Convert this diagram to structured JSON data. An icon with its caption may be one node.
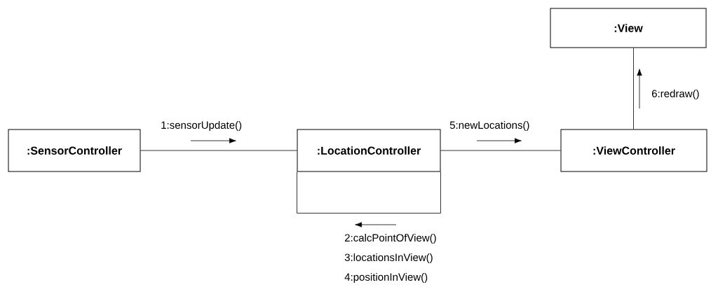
{
  "diagram": {
    "nodes": [
      {
        "text": [
          ":SensorController"
        ]
      },
      {
        "text": [
          ":LocationController"
        ]
      },
      {
        "text": [
          ":ViewController"
        ]
      },
      {
        "text": [
          ":View"
        ]
      }
    ],
    "edges": [
      {
        "from": 0,
        "to": 1,
        "arrow": "none",
        "label": "1:sensorUpdate()"
      },
      {
        "from": 1,
        "to": 2,
        "arrow": "none",
        "label": "5:newLocations()"
      },
      {
        "from": 2,
        "to": 3,
        "arrow": "none",
        "label": "6:redraw()"
      },
      {
        "from": 1,
        "to": 1,
        "arrow": "none",
        "label": "2:calcPointOfView()"
      }
    ],
    "labels": [
      "3:locationsInView()",
      "4:positionInView()"
    ]
  }
}
